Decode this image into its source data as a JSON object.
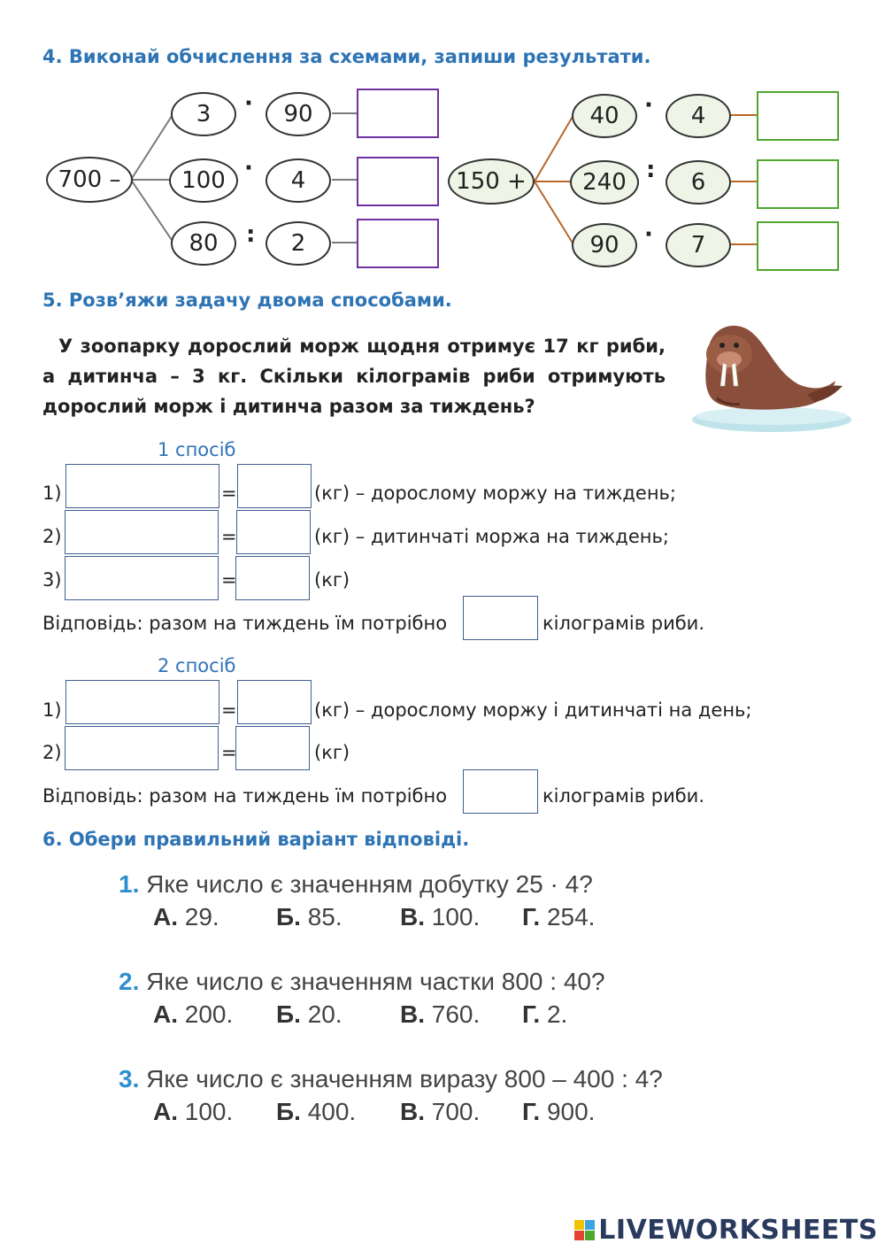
{
  "section4": {
    "title": "4. Виконай обчислення за схемами, запиши результати.",
    "left": {
      "root": "700 –",
      "rows": [
        {
          "a": "3",
          "op": "·",
          "b": "90"
        },
        {
          "a": "100",
          "op": "·",
          "b": "4"
        },
        {
          "a": "80",
          "op": ":",
          "b": "2"
        }
      ]
    },
    "right": {
      "root": "150 +",
      "rows": [
        {
          "a": "40",
          "op": "·",
          "b": "4"
        },
        {
          "a": "240",
          "op": ":",
          "b": "6"
        },
        {
          "a": "90",
          "op": "·",
          "b": "7"
        }
      ]
    }
  },
  "section5": {
    "title": "5. Розв’яжи задачу двома способами.",
    "problem": "У зоопарку дорослий морж щодня отримує 17 кг риби, а дитинча – 3 кг. Скільки кілограмів риби отримують дорослий морж і дитинча разом за тиждень?",
    "method1": {
      "label": "1  спосіб",
      "steps": [
        {
          "num": "1)",
          "eq": "=",
          "suffix": "(кг) – дорослому моржу на тиждень;"
        },
        {
          "num": "2)",
          "eq": "=",
          "suffix": "(кг) – дитинчаті моржа на тиждень;"
        },
        {
          "num": "3)",
          "eq": "=",
          "suffix": "(кг)"
        }
      ],
      "answer_prefix": "Відповідь: разом на тиждень їм потрібно",
      "answer_suffix": "кілограмів риби."
    },
    "method2": {
      "label": "2 спосіб",
      "steps": [
        {
          "num": "1)",
          "eq": "=",
          "suffix": "(кг) – дорослому моржу і дитинчаті на день;"
        },
        {
          "num": "2)",
          "eq": "=",
          "suffix": "(кг)"
        }
      ],
      "answer_prefix": "Відповідь: разом на тиждень їм потрібно",
      "answer_suffix": "кілограмів риби."
    }
  },
  "section6": {
    "title": "6. Обери правильний варіант відповіді.",
    "questions": [
      {
        "num": "1.",
        "text": "Яке число є значенням добутку 25 · 4?",
        "options": [
          {
            "l": "А.",
            "v": "29."
          },
          {
            "l": "Б.",
            "v": "85."
          },
          {
            "l": "В.",
            "v": "100."
          },
          {
            "l": "Г.",
            "v": "254."
          }
        ]
      },
      {
        "num": "2.",
        "text": "Яке число є значенням частки 800 : 40?",
        "options": [
          {
            "l": "А.",
            "v": "200."
          },
          {
            "l": "Б.",
            "v": "20."
          },
          {
            "l": "В.",
            "v": "760."
          },
          {
            "l": "Г.",
            "v": "2."
          }
        ]
      },
      {
        "num": "3.",
        "text": "Яке число є значенням виразу 800 – 400 : 4?",
        "options": [
          {
            "l": "А.",
            "v": "100."
          },
          {
            "l": "Б.",
            "v": "400."
          },
          {
            "l": "В.",
            "v": "700."
          },
          {
            "l": "Г.",
            "v": "900."
          }
        ]
      }
    ]
  },
  "footer": {
    "logo_text": "LIVEWORKSHEETS",
    "logo_icon": "liveworksheets-logo-icon"
  },
  "colors": {
    "heading": "#2e74b5",
    "left_boxes": "#7030a0",
    "right_boxes": "#4ea72e",
    "answer_boxes": "#3f5f8f"
  }
}
